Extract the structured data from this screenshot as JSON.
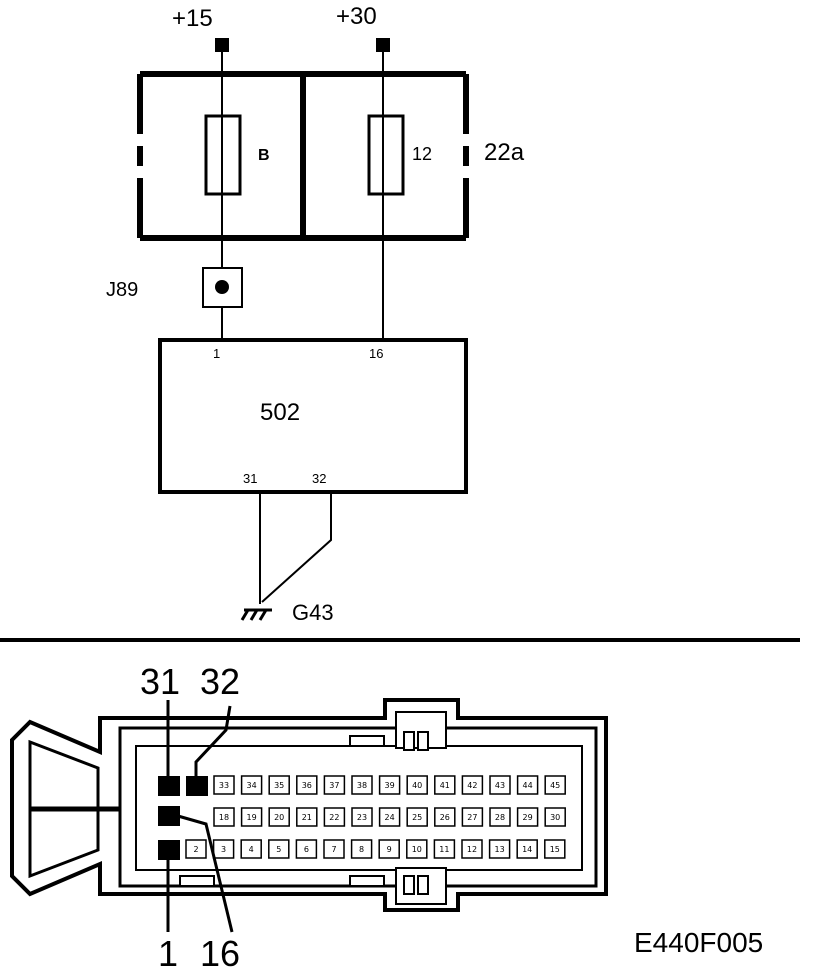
{
  "supply": {
    "ignition": "+15",
    "battery": "+30"
  },
  "fusebox": {
    "label": "22a",
    "fuse_left": "B",
    "fuse_right": "12"
  },
  "junction": {
    "label": "J89"
  },
  "control_unit": {
    "label": "502",
    "pin_a": "1",
    "pin_b": "16",
    "pin_c": "31",
    "pin_d": "32"
  },
  "ground": {
    "label": "G43"
  },
  "connector": {
    "callout_top_left": "31",
    "callout_top_right": "32",
    "callout_bottom_left": "1",
    "callout_bottom_right": "16",
    "row_top": [
      "33",
      "34",
      "35",
      "36",
      "37",
      "38",
      "39",
      "40",
      "41",
      "42",
      "43",
      "44",
      "45"
    ],
    "row_middle": [
      "18",
      "19",
      "20",
      "21",
      "22",
      "23",
      "24",
      "25",
      "26",
      "27",
      "28",
      "29",
      "30"
    ],
    "row_bottom": [
      "2",
      "3",
      "4",
      "5",
      "6",
      "7",
      "8",
      "9",
      "10",
      "11",
      "12",
      "13",
      "14",
      "15"
    ]
  },
  "figure_code": "E440F005"
}
